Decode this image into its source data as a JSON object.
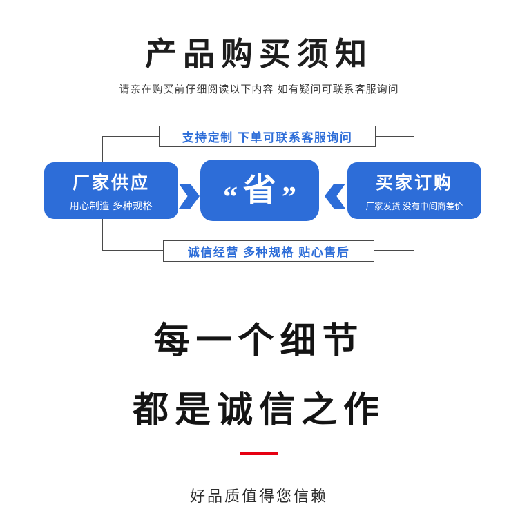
{
  "header": {
    "title": "产品购买须知",
    "subtitle": "请亲在购买前仔细阅读以下内容 如有疑问可联系客服询问"
  },
  "diagram": {
    "top_label": "支持定制 下单可联系客服询问",
    "bottom_label": "诚信经营 多种规格 贴心售后",
    "left_box": {
      "title": "厂家供应",
      "subtitle": "用心制造 多种规格"
    },
    "center_box": {
      "quote_open": "“",
      "text": "省",
      "quote_close": "”"
    },
    "right_box": {
      "title": "买家订购",
      "subtitle": "厂家发货 没有中间商差价"
    },
    "colors": {
      "box_blue": "#2d6dd8",
      "line": "#4a4a4a"
    }
  },
  "slogan": {
    "line1": "每一个细节",
    "line2": "都是诚信之作",
    "tagline": "好品质值得您信赖",
    "divider_color": "#e60012"
  }
}
